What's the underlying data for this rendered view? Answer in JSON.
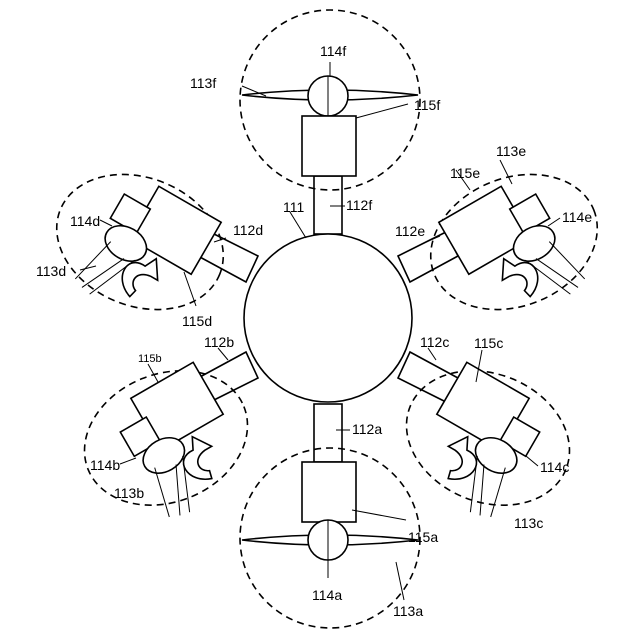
{
  "labels": {
    "body": "111",
    "arm_a": "112a",
    "arm_b": "112b",
    "arm_c": "112c",
    "arm_d": "112d",
    "arm_e": "112e",
    "arm_f": "112f",
    "zone_a": "113a",
    "zone_b": "113b",
    "zone_c": "113c",
    "zone_d": "113d",
    "zone_e": "113e",
    "zone_f": "113f",
    "rotor_a": "114a",
    "rotor_b": "114b",
    "rotor_c": "114c",
    "rotor_d": "114d",
    "rotor_e": "114e",
    "rotor_f": "114f",
    "motor_a": "115a",
    "motor_b": "115b",
    "motor_c": "115c",
    "motor_d": "115d",
    "motor_e": "115e",
    "motor_f": "115f"
  }
}
